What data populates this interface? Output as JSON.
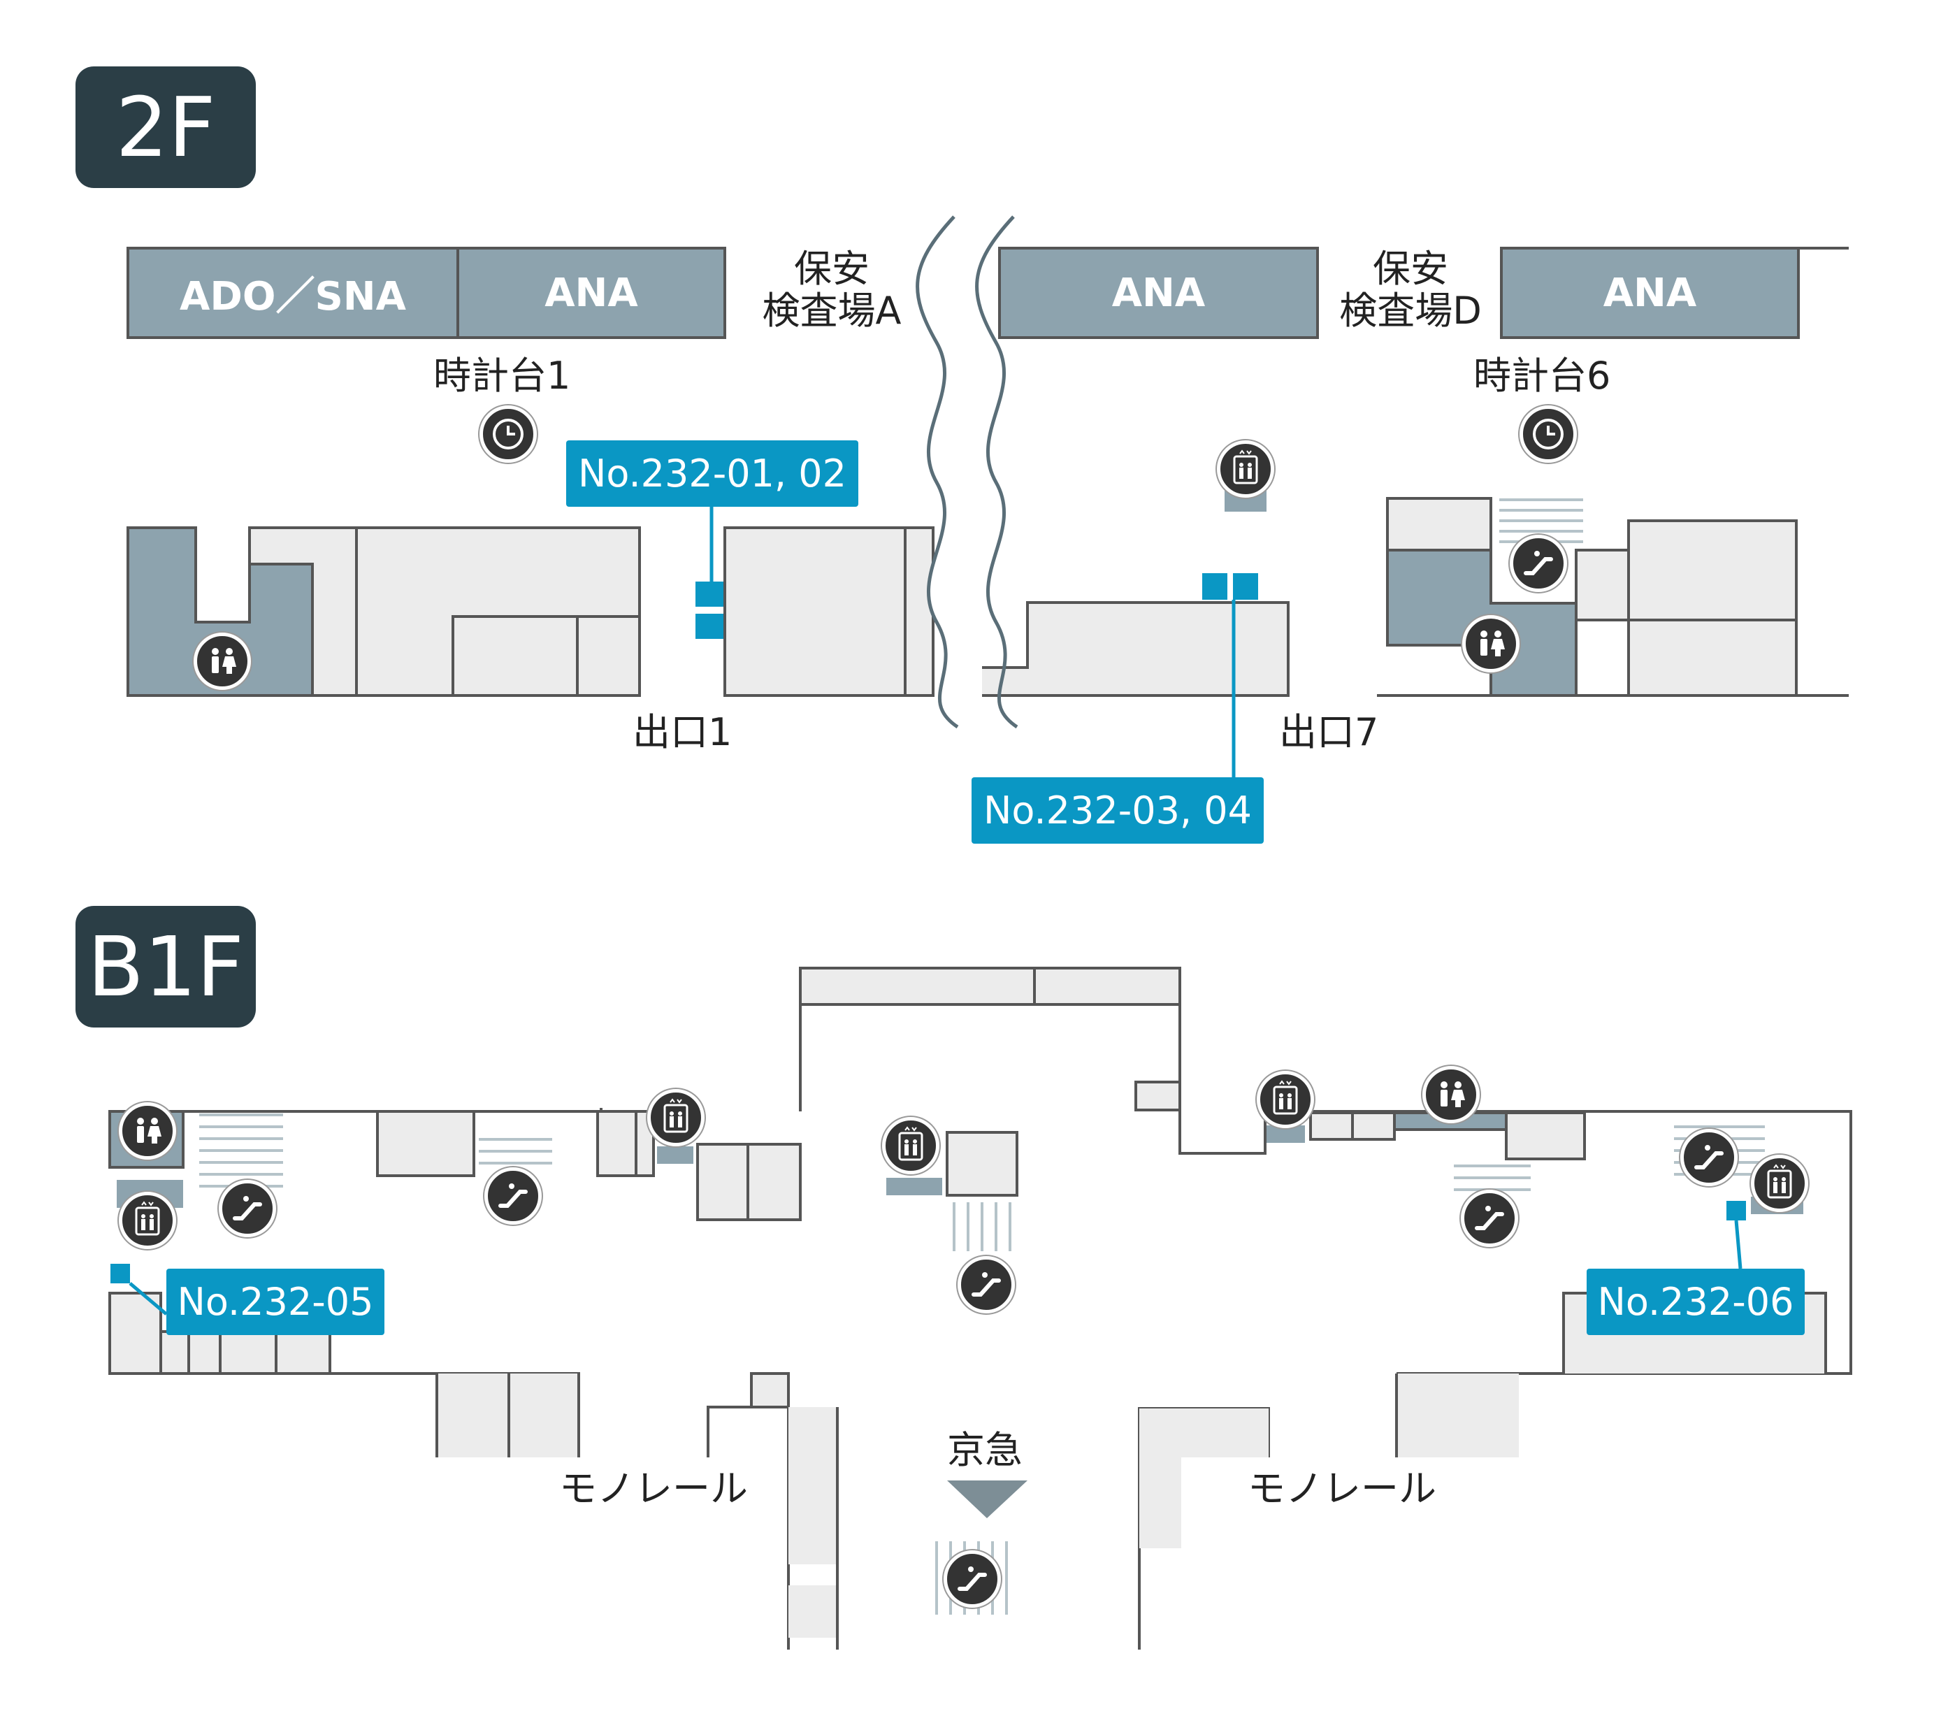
{
  "floors": {
    "f2": {
      "badge": "2F"
    },
    "b1": {
      "badge": "B1F"
    }
  },
  "f2_labels": {
    "counter1": "ADO／SNA",
    "counter2": "ANA",
    "counter3": "ANA",
    "counter4": "ANA",
    "security_a_line1": "保安",
    "security_a_line2": "検査場A",
    "security_d_line1": "保安",
    "security_d_line2": "検査場D",
    "clock1": "時計台1",
    "clock6": "時計台6",
    "exit1": "出口1",
    "exit7": "出口7"
  },
  "b1_labels": {
    "monorail_left": "モノレール",
    "monorail_right": "モノレール",
    "keikyu": "京急"
  },
  "callouts": {
    "c1": "No.232-01, 02",
    "c2": "No.232-03, 04",
    "c3": "No.232-05",
    "c4": "No.232-06"
  },
  "colors": {
    "accent": "#0a97c4",
    "badge": "#2b3e46",
    "counter": "#8da3ae",
    "room": "#ececec",
    "outline": "#555555"
  },
  "icons": [
    "clock-icon",
    "elevator-icon",
    "escalator-icon",
    "restroom-icon"
  ]
}
